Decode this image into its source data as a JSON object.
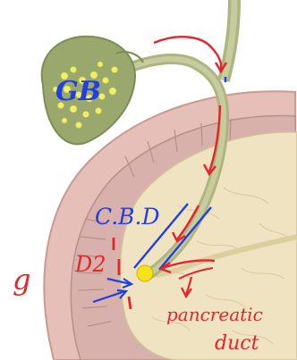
{
  "labels": {
    "gb": "GB",
    "cbd": "C.B.D",
    "d2": "D2",
    "pancreatic": "pancreatic",
    "duct": "duct",
    "side_mark": "g"
  },
  "colors": {
    "gallbladder": "#9aa76d",
    "gallbladder_dark": "#7f8d52",
    "stones": "#eef06a",
    "bile_duct": "#b9c08d",
    "duodenum_wall": "#e2b6b0",
    "duodenum_inner": "#cfaaa7",
    "pancreas": "#efe6c6",
    "annotation_blue": "#1f3fe0",
    "annotation_red": "#e5252a",
    "stone_yellow": "#f6e21a"
  }
}
